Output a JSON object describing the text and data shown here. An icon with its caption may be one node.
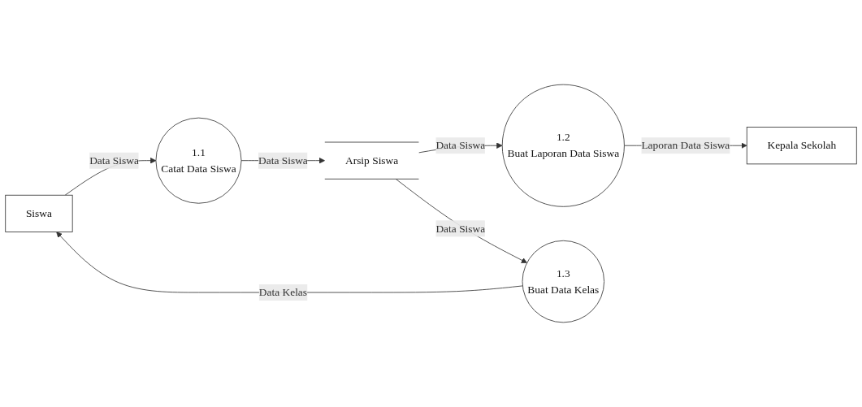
{
  "diagram": {
    "nodes": [
      {
        "text": [
          "Siswa"
        ]
      },
      {
        "text": [
          "1.1",
          "Catat Data Siswa"
        ]
      },
      {
        "text": [
          "Arsip Siswa"
        ]
      },
      {
        "text": [
          "Kepala Sekolah"
        ]
      },
      {
        "text": [
          "1.2",
          "Buat Laporan Data Siswa"
        ]
      },
      {
        "text": [
          "1.3",
          "Buat Data Kelas"
        ]
      }
    ],
    "edges": [
      {
        "from": 0,
        "to": 1,
        "arrow": "to",
        "label": "Data Siswa"
      },
      {
        "from": 1,
        "to": 2,
        "arrow": "to",
        "label": "Data Siswa"
      },
      {
        "from": 2,
        "to": 5,
        "arrow": "to",
        "label": "Data Siswa"
      },
      {
        "from": 2,
        "to": 4,
        "arrow": "to",
        "label": "Data Siswa"
      },
      {
        "from": 4,
        "to": 3,
        "arrow": "to",
        "label": "Laporan Data Siswa"
      },
      {
        "from": 5,
        "to": 0,
        "arrow": "to",
        "label": "Data Kelas"
      }
    ]
  }
}
